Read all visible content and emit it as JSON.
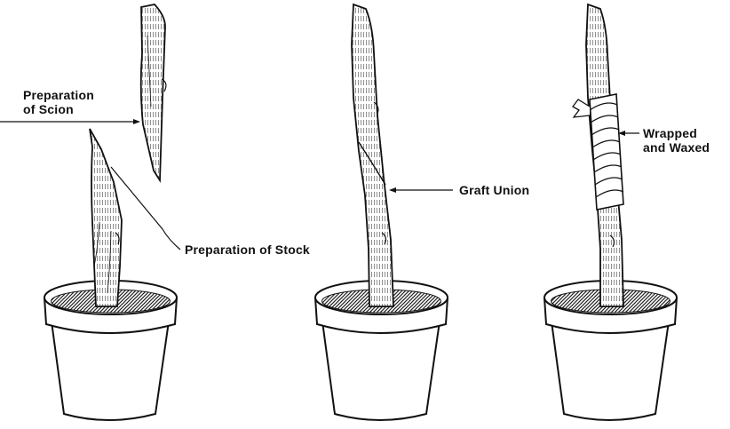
{
  "labels": {
    "preparation_of_scion": [
      "Preparation",
      "of Scion"
    ],
    "preparation_of_stock": "Preparation of Stock",
    "graft_union": "Graft Union",
    "wrapped_and_waxed": [
      "Wrapped",
      "and Waxed"
    ]
  },
  "colors": {
    "ink": "#111111",
    "background": "#ffffff",
    "soil": "#3a3a3a"
  }
}
